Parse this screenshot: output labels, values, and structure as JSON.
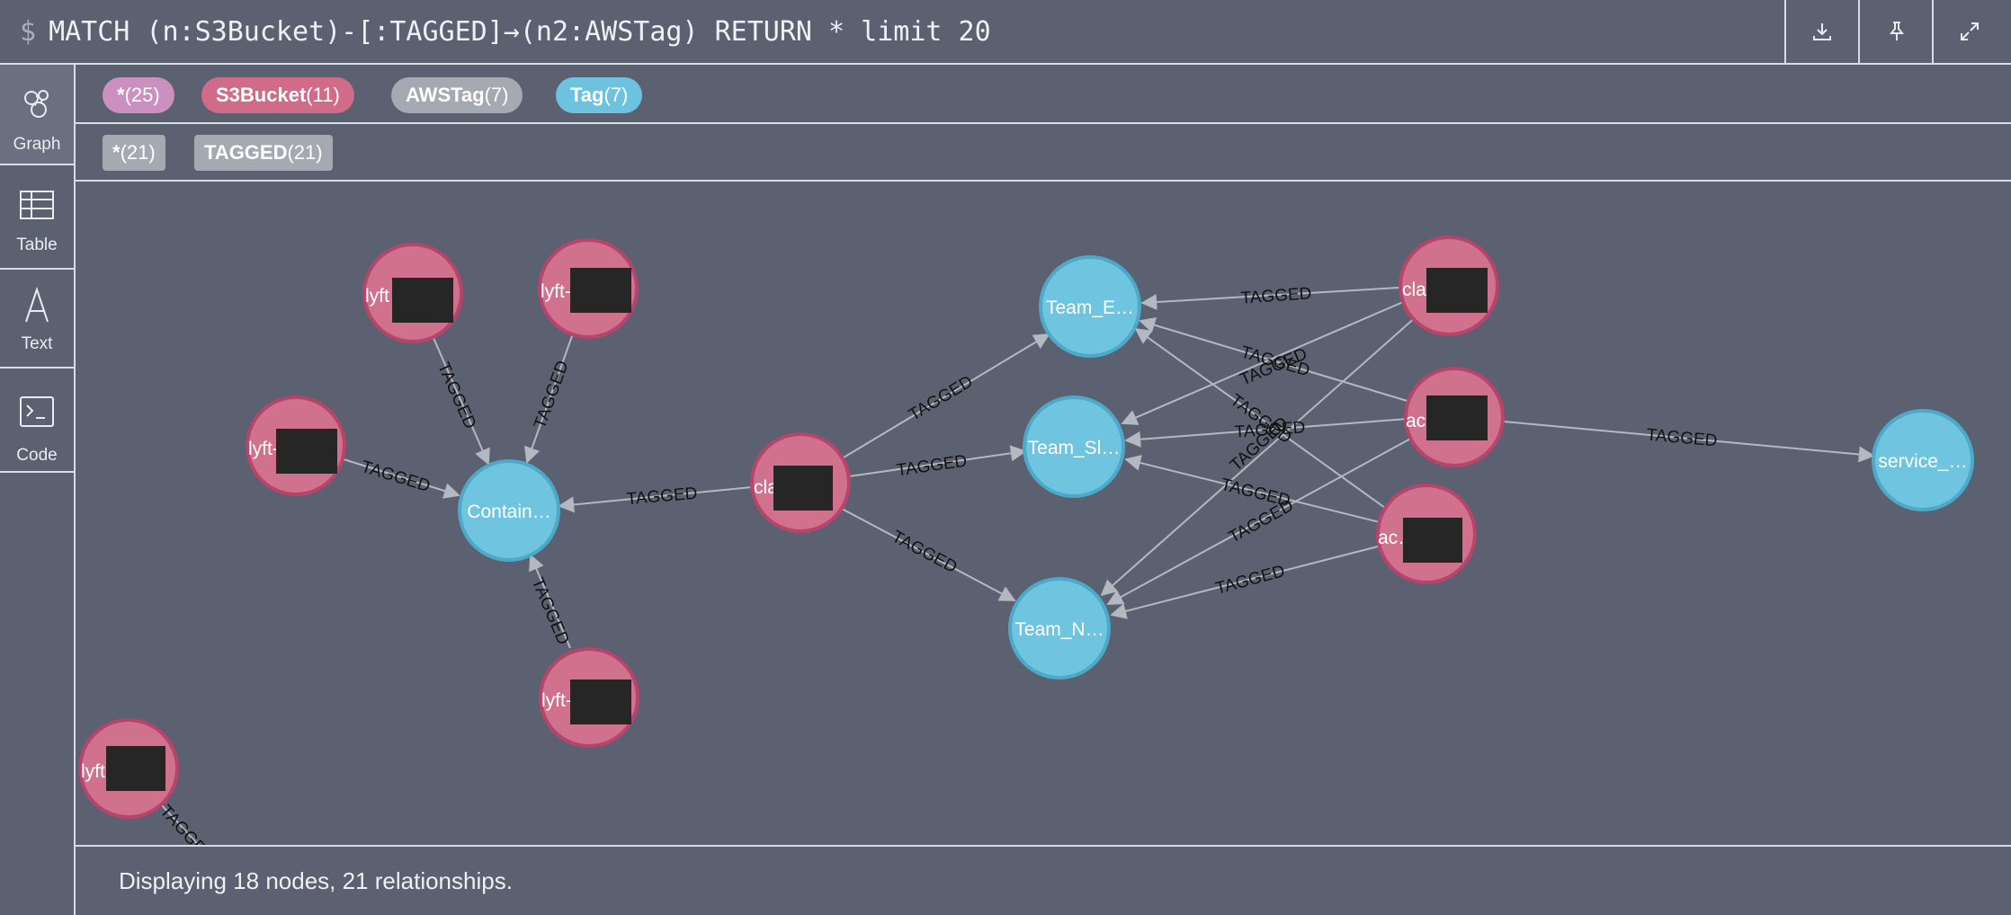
{
  "query": {
    "prompt": "$",
    "text": "MATCH (n:S3Bucket)-[:TAGGED]→(n2:AWSTag) RETURN * limit 20"
  },
  "toolbar": {
    "download_icon": "download-icon",
    "pin_icon": "pin-icon",
    "fullscreen_icon": "expand-icon"
  },
  "sidebar": {
    "items": [
      {
        "label": "Graph",
        "icon": "graph-icon"
      },
      {
        "label": "Table",
        "icon": "table-icon"
      },
      {
        "label": "Text",
        "icon": "text-icon"
      },
      {
        "label": "Code",
        "icon": "code-icon"
      }
    ]
  },
  "node_labels": [
    {
      "name": "*",
      "count": "(25)",
      "color": "#c990c0"
    },
    {
      "name": "S3Bucket",
      "count": "(11)",
      "color": "#d16b8a"
    },
    {
      "name": "AWSTag",
      "count": "(7)",
      "color": "#a5a9b2"
    },
    {
      "name": "Tag",
      "count": "(7)",
      "color": "#6dc3df"
    }
  ],
  "rel_types": [
    {
      "name": "*",
      "count": "(21)"
    },
    {
      "name": "TAGGED",
      "count": "(21)"
    }
  ],
  "colors": {
    "bucket_fill": "#d0728d",
    "bucket_stroke": "#b6446b",
    "tag_fill": "#6fc4e0",
    "tag_stroke": "#4da9c9",
    "edge": "#b4b8c0",
    "background": "#5b6170"
  },
  "graph": {
    "rel_label": "TAGGED",
    "tag_nodes": {
      "container": "Contain…",
      "team_e": "Team_E…",
      "team_s": "Team_Sl…",
      "team_n": "Team_N…",
      "service": "service_…"
    },
    "bucket_nodes": {
      "b1": "lyft",
      "b2": "lyft-",
      "b3": "lyft-",
      "b4": "lyft-",
      "b5": "cla…",
      "b6": "cla…",
      "b7": "ac…",
      "b8": "ac…",
      "b9": "lyft…"
    }
  },
  "status": {
    "text": "Displaying 18 nodes, 21 relationships."
  }
}
